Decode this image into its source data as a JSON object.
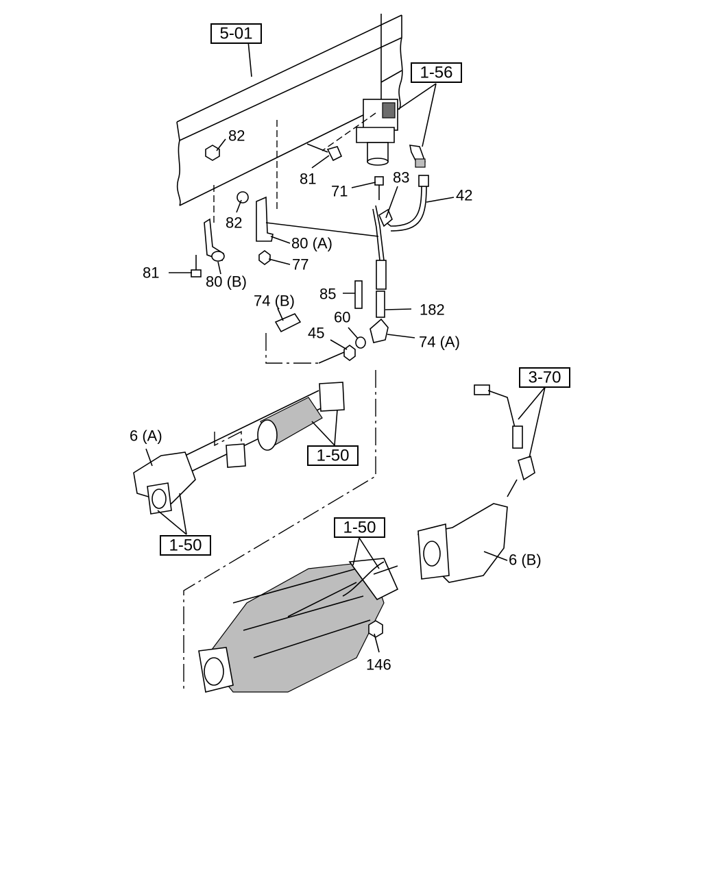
{
  "references": {
    "r501": "5-01",
    "r156": "1-56",
    "r150a": "1-50",
    "r150b": "1-50",
    "r150c": "1-50",
    "r370": "3-70"
  },
  "callouts": {
    "c82a": "82",
    "c81a": "81",
    "c71": "71",
    "c83": "83",
    "c42": "42",
    "c82b": "82",
    "c80a": "80 (A)",
    "c77": "77",
    "c81b": "81",
    "c80b": "80 (B)",
    "c74b": "74 (B)",
    "c85": "85",
    "c182": "182",
    "c60": "60",
    "c45": "45",
    "c74a": "74 (A)",
    "c6a": "6 (A)",
    "c6b": "6 (B)",
    "c146": "146"
  }
}
